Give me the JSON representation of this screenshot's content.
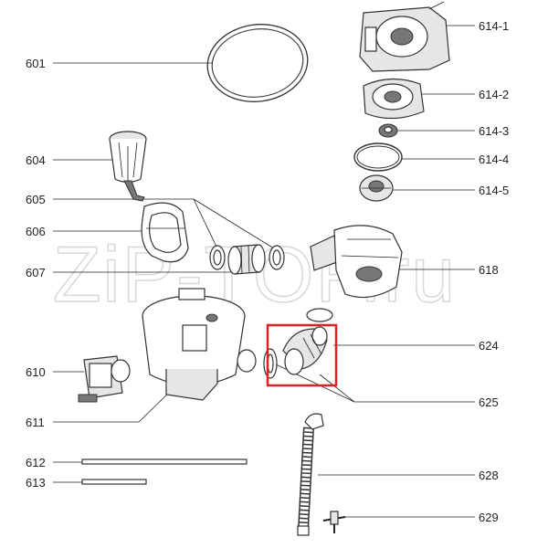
{
  "watermark": "ZiP-TOP.ru",
  "labels": {
    "p601": "601",
    "p604": "604",
    "p605": "605",
    "p606": "606",
    "p607": "607",
    "p610": "610",
    "p611": "611",
    "p612": "612",
    "p613": "613",
    "p614_1": "614-1",
    "p614_2": "614-2",
    "p614_3": "614-3",
    "p614_4": "614-4",
    "p614_5": "614-5",
    "p618": "618",
    "p624": "624",
    "p625": "625",
    "p628": "628",
    "p629": "629"
  },
  "highlight_color": "#e02020"
}
